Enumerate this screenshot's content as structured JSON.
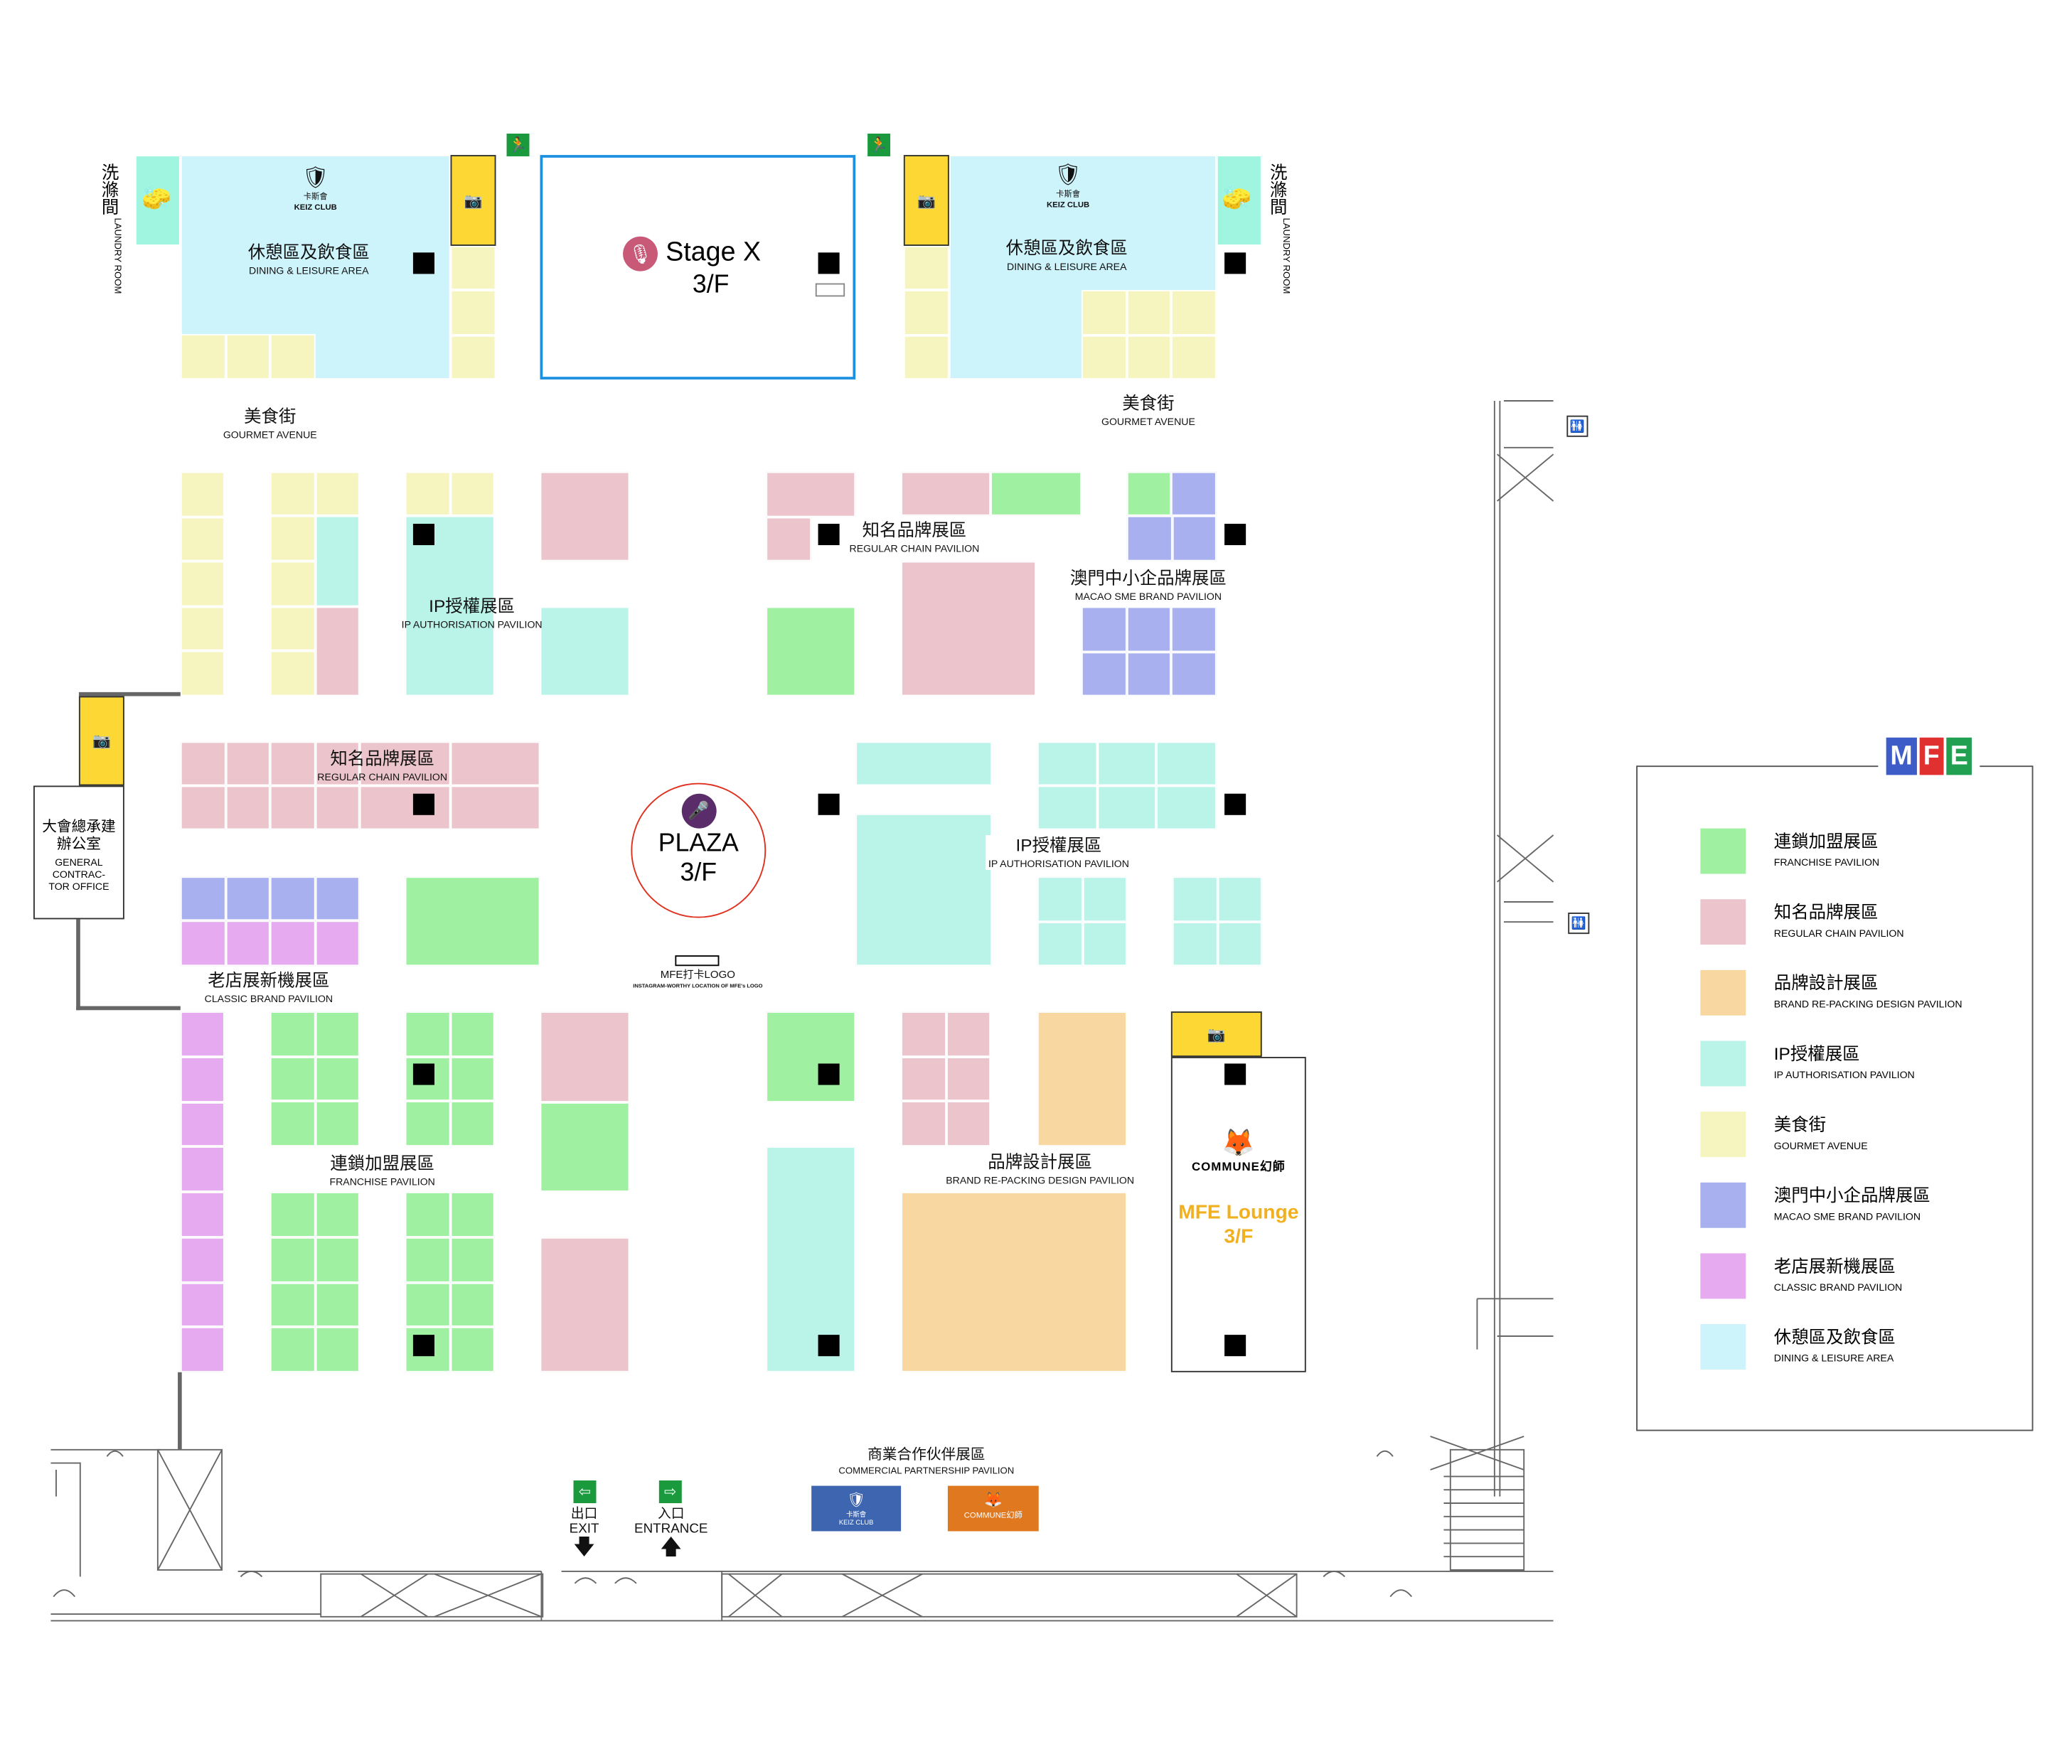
{
  "colors": {
    "franchise": "#9ff0a0",
    "regular_chain": "#ecc5cc",
    "brand_design": "#f8d7a0",
    "ip": "#baf3e8",
    "gourmet": "#f7f5bf",
    "sme": "#a8b0ef",
    "classic": "#e5aaef",
    "dining": "#cdf3fb",
    "laundry": "#a0f5e0",
    "photo": "#fdd835",
    "stage_border": "#1e90e0",
    "plaza_border": "#e0301e",
    "keiz_blue": "#3e66b0",
    "commune_orange": "#e07820",
    "lounge_text": "#f0b020"
  },
  "zones": {
    "laundry_left": {
      "zh": "洗滌間",
      "en": "LAUNDRY ROOM"
    },
    "laundry_right": {
      "zh": "洗滌間",
      "en": "LAUNDRY ROOM"
    },
    "dining_left": {
      "zh": "休憩區及飲食區",
      "en": "DINING & LEISURE AREA",
      "logo_zh": "卡斯會",
      "logo_en": "KEIZ CLUB"
    },
    "dining_right": {
      "zh": "休憩區及飲食區",
      "en": "DINING & LEISURE AREA",
      "logo_zh": "卡斯會",
      "logo_en": "KEIZ CLUB"
    },
    "stage": {
      "title": "Stage X",
      "floor": "3/F"
    },
    "gourmet_left": {
      "zh": "美食街",
      "en": "GOURMET AVENUE"
    },
    "gourmet_right": {
      "zh": "美食街",
      "en": "GOURMET AVENUE"
    },
    "ip_top": {
      "zh": "IP授權展區",
      "en": "IP AUTHORISATION PAVILION"
    },
    "regular_top": {
      "zh": "知名品牌展區",
      "en": "REGULAR CHAIN PAVILION"
    },
    "sme": {
      "zh": "澳門中小企品牌展區",
      "en": "MACAO SME BRAND PAVILION"
    },
    "regular_mid": {
      "zh": "知名品牌展區",
      "en": "REGULAR CHAIN PAVILION"
    },
    "ip_mid": {
      "zh": "IP授權展區",
      "en": "IP AUTHORISATION PAVILION"
    },
    "office": {
      "zh1": "大會總承建",
      "zh2": "辦公室",
      "en1": "GENERAL",
      "en2": "CONTRAC-",
      "en3": "TOR OFFICE"
    },
    "plaza": {
      "title": "PLAZA",
      "floor": "3/F"
    },
    "logo_spot": {
      "zh": "MFE打卡LOGO",
      "en": "INSTAGRAM-WORTHY LOCATION OF MFE's LOGO"
    },
    "classic": {
      "zh": "老店展新機展區",
      "en": "CLASSIC BRAND PAVILION"
    },
    "franchise": {
      "zh": "連鎖加盟展區",
      "en": "FRANCHISE PAVILION"
    },
    "brand_design": {
      "zh": "品牌設計展區",
      "en": "BRAND RE-PACKING DESIGN PAVILION"
    },
    "lounge": {
      "brand": "COMMUNE幻師",
      "title": "MFE Lounge",
      "floor": "3/F"
    },
    "partners": {
      "zh": "商業合作伙伴展區",
      "en": "COMMERCIAL PARTNERSHIP PAVILION",
      "keiz_zh": "卡斯會",
      "keiz_en": "KEIZ CLUB",
      "commune": "COMMUNE幻師"
    },
    "exit": {
      "zh": "出口",
      "en": "EXIT"
    },
    "entrance": {
      "zh": "入口",
      "en": "ENTRANCE"
    }
  },
  "legend": {
    "logo": "MFE",
    "items": [
      {
        "key": "franchise",
        "zh": "連鎖加盟展區",
        "en": "FRANCHISE PAVILION"
      },
      {
        "key": "regular_chain",
        "zh": "知名品牌展區",
        "en": "REGULAR CHAIN PAVILION"
      },
      {
        "key": "brand_design",
        "zh": "品牌設計展區",
        "en": "BRAND RE-PACKING DESIGN PAVILION"
      },
      {
        "key": "ip",
        "zh": "IP授權展區",
        "en": "IP AUTHORISATION PAVILION"
      },
      {
        "key": "gourmet",
        "zh": "美食街",
        "en": "GOURMET AVENUE"
      },
      {
        "key": "sme",
        "zh": "澳門中小企品牌展區",
        "en": "MACAO SME BRAND PAVILION"
      },
      {
        "key": "classic",
        "zh": "老店展新機展區",
        "en": "CLASSIC BRAND PAVILION"
      },
      {
        "key": "dining",
        "zh": "休憩區及飲食區",
        "en": "DINING & LEISURE AREA"
      }
    ]
  }
}
